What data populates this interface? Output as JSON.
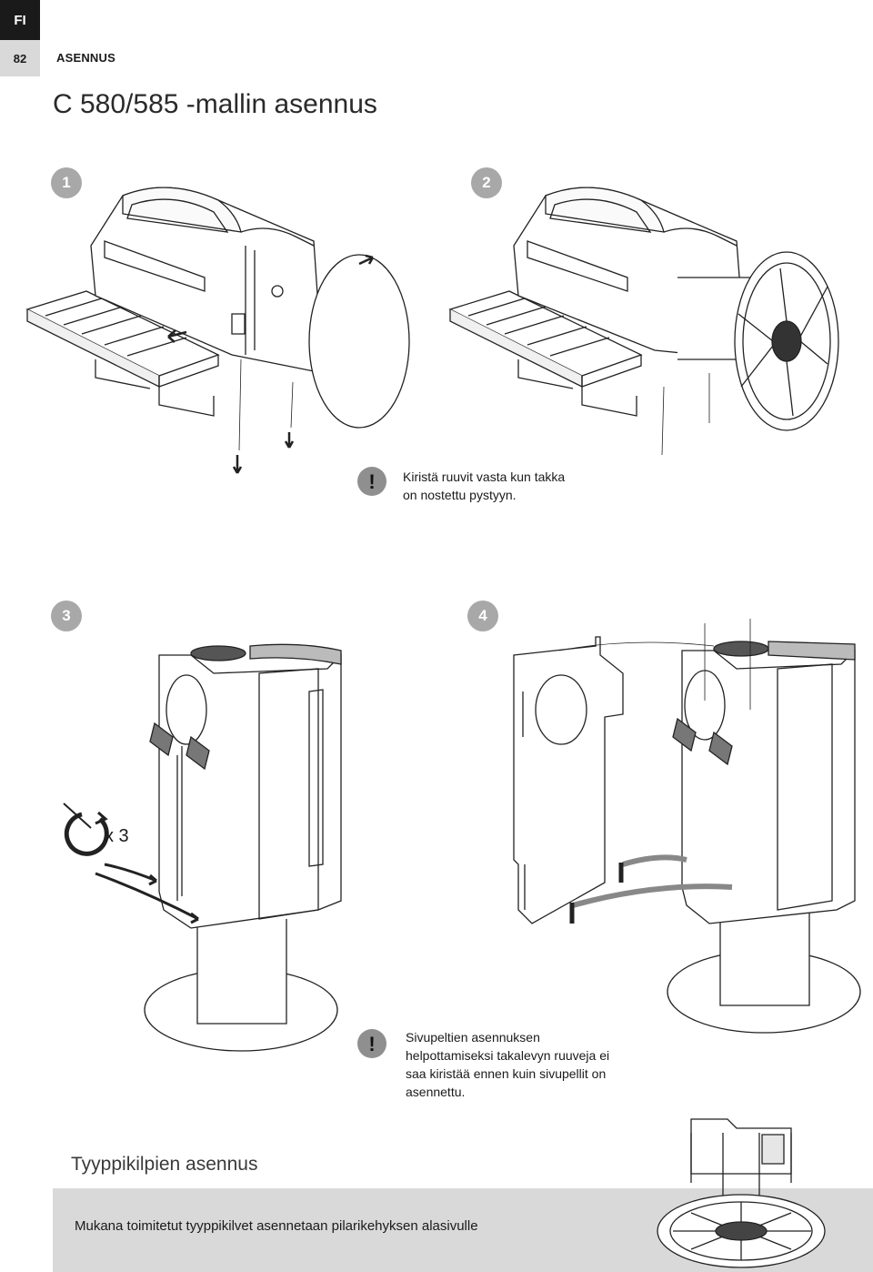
{
  "header": {
    "language": "FI",
    "page_number": "82",
    "section": "ASENNUS"
  },
  "title": "C 580/585 -mallin asennus",
  "steps": [
    {
      "number": "1"
    },
    {
      "number": "2"
    },
    {
      "number": "3"
    },
    {
      "number": "4"
    }
  ],
  "step3_multiplier": "x 3",
  "warnings": [
    {
      "lines": [
        "Kiristä ruuvit vasta kun takka",
        "on nostettu pystyyn."
      ]
    },
    {
      "lines": [
        "Sivupeltien asennuksen",
        "helpottamiseksi takalevyn ruuveja ei",
        "saa kiristää ennen kuin sivupellit on",
        "asennettu."
      ]
    }
  ],
  "subsection": "Tyyppikilpien asennus",
  "footer_note": "Mukana toimitetut tyyppikilvet asennetaan pilarikehyksen alasivulle",
  "colors": {
    "badge": "#a8a8a8",
    "footer_bar": "#d9d9d9",
    "lang_tab": "#1a1a1a"
  }
}
